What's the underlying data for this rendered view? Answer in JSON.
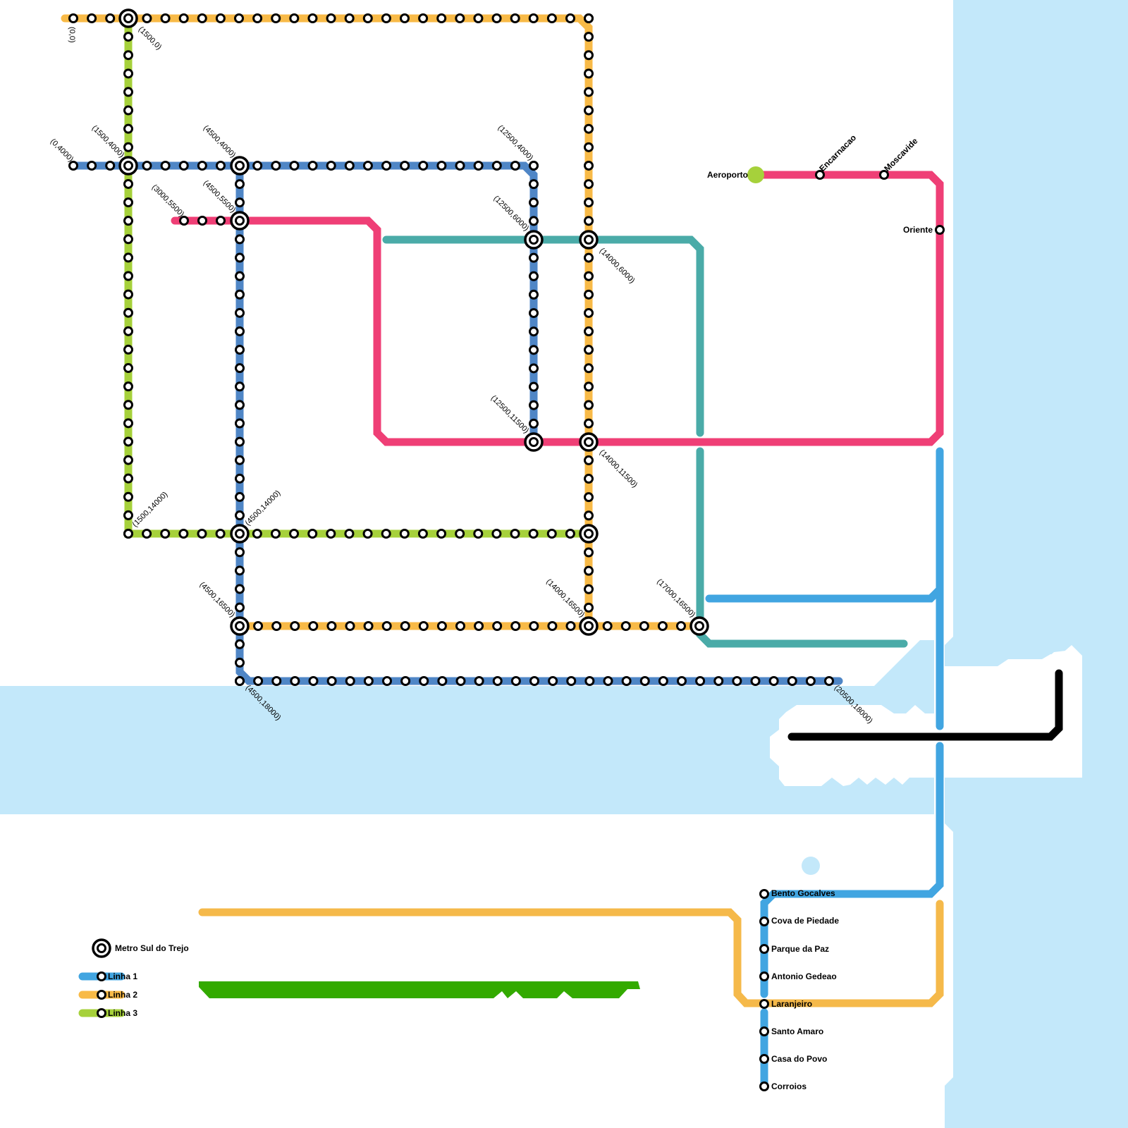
{
  "colors": {
    "water": "#C3E8FA",
    "linha1": "#41A5E1",
    "linha2": "#F8BA47",
    "linha3": "#A6D13B",
    "steel_blue": "#4F86C6",
    "pink": "#EF3F76",
    "teal": "#4AABA8",
    "black": "#000000",
    "dark_green": "#33AA00"
  },
  "coord_labels": [
    "(0,0)",
    "(1500,0)",
    "(0,4000)",
    "(1500,4000)",
    "(4500,4000)",
    "(3000,5500)",
    "(4500,5500)",
    "(12500,4000)",
    "(12500,6000)",
    "(14000,6000)",
    "(12500,11500)",
    "(14000,11500)",
    "(1500,14000)",
    "(4500,14000)",
    "(4500,16500)",
    "(14000,16500)",
    "(17000,16500)",
    "(4500,18000)",
    "(20500,18000)"
  ],
  "north_stations": [
    "Aeroporto",
    "Encarnacao",
    "Moscavide",
    "Oriente"
  ],
  "south_stations": [
    "Bento Gocalves",
    "Cova de Piedade",
    "Parque da Paz",
    "Antonio Gedeao",
    "Laranjeiro",
    "Santo Amaro",
    "Casa do Povo",
    "Corroios"
  ],
  "legend": {
    "interchange": "Metro Sul do Trejo",
    "lines": [
      "Linha 1",
      "Linha 2",
      "Linha 3"
    ]
  }
}
